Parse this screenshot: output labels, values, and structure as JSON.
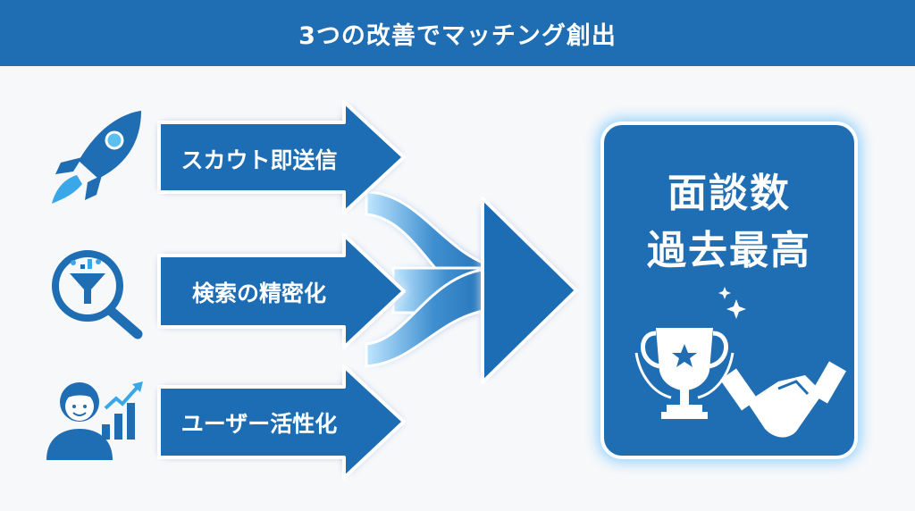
{
  "title": "3つの改善でマッチング創出",
  "improvements": [
    {
      "label": "スカウト即送信",
      "icon": "rocket-icon"
    },
    {
      "label": "検索の精密化",
      "icon": "magnifier-filter-icon"
    },
    {
      "label": "ユーザー活性化",
      "icon": "user-growth-chart-icon"
    }
  ],
  "result": {
    "line1": "面談数",
    "line2": "過去最高",
    "icons": [
      "trophy-icon",
      "handshake-icon"
    ]
  },
  "colors": {
    "primary": "#1f6db3",
    "accent": "#3aa8e8",
    "glow": "#8fd6ff"
  }
}
